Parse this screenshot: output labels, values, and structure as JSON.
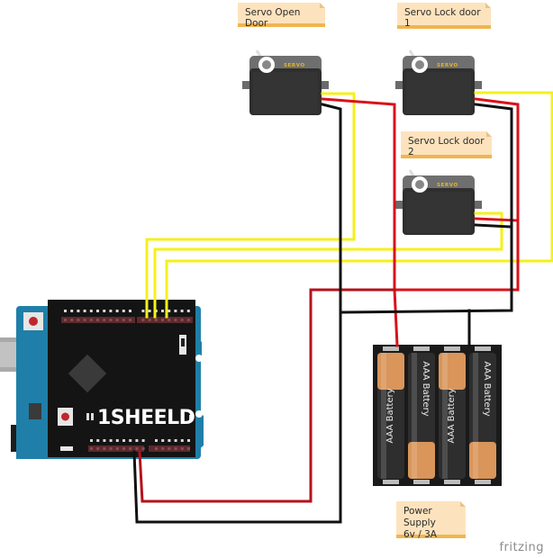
{
  "diagram": {
    "tool_watermark": "fritzing",
    "notes": [
      {
        "id": "servo-open-door-note",
        "text": "Servo Open Door"
      },
      {
        "id": "servo-lock-door-1-note",
        "text": "Servo Lock door 1"
      },
      {
        "id": "servo-lock-door-2-note",
        "text": "Servo Lock door 2"
      },
      {
        "id": "power-supply-note",
        "line1": "Power Supply",
        "line2": "6v / 3A"
      }
    ],
    "components": {
      "servos": [
        {
          "name": "Servo Open Door",
          "label": "SERVO"
        },
        {
          "name": "Servo Lock door 1",
          "label": "SERVO"
        },
        {
          "name": "Servo Lock door 2",
          "label": "SERVO"
        }
      ],
      "board": {
        "name": "Arduino Uno with 1Sheeld shield",
        "brand_text": "1SHEELD"
      },
      "battery_pack": {
        "cells": 4,
        "cell_label": "AAA Battery"
      }
    },
    "wire_colors": {
      "signal": "#f5f01a",
      "power": "#d9121a",
      "ground": "#111111",
      "power_to_board": "#b5121b"
    },
    "colors": {
      "note_bg": "#fde3bd",
      "note_border": "#f0b550",
      "board_blue": "#1f7fa8",
      "shield_black": "#141414",
      "servo_body": "#2f2f2f",
      "battery_copper": "#d9955a"
    }
  }
}
